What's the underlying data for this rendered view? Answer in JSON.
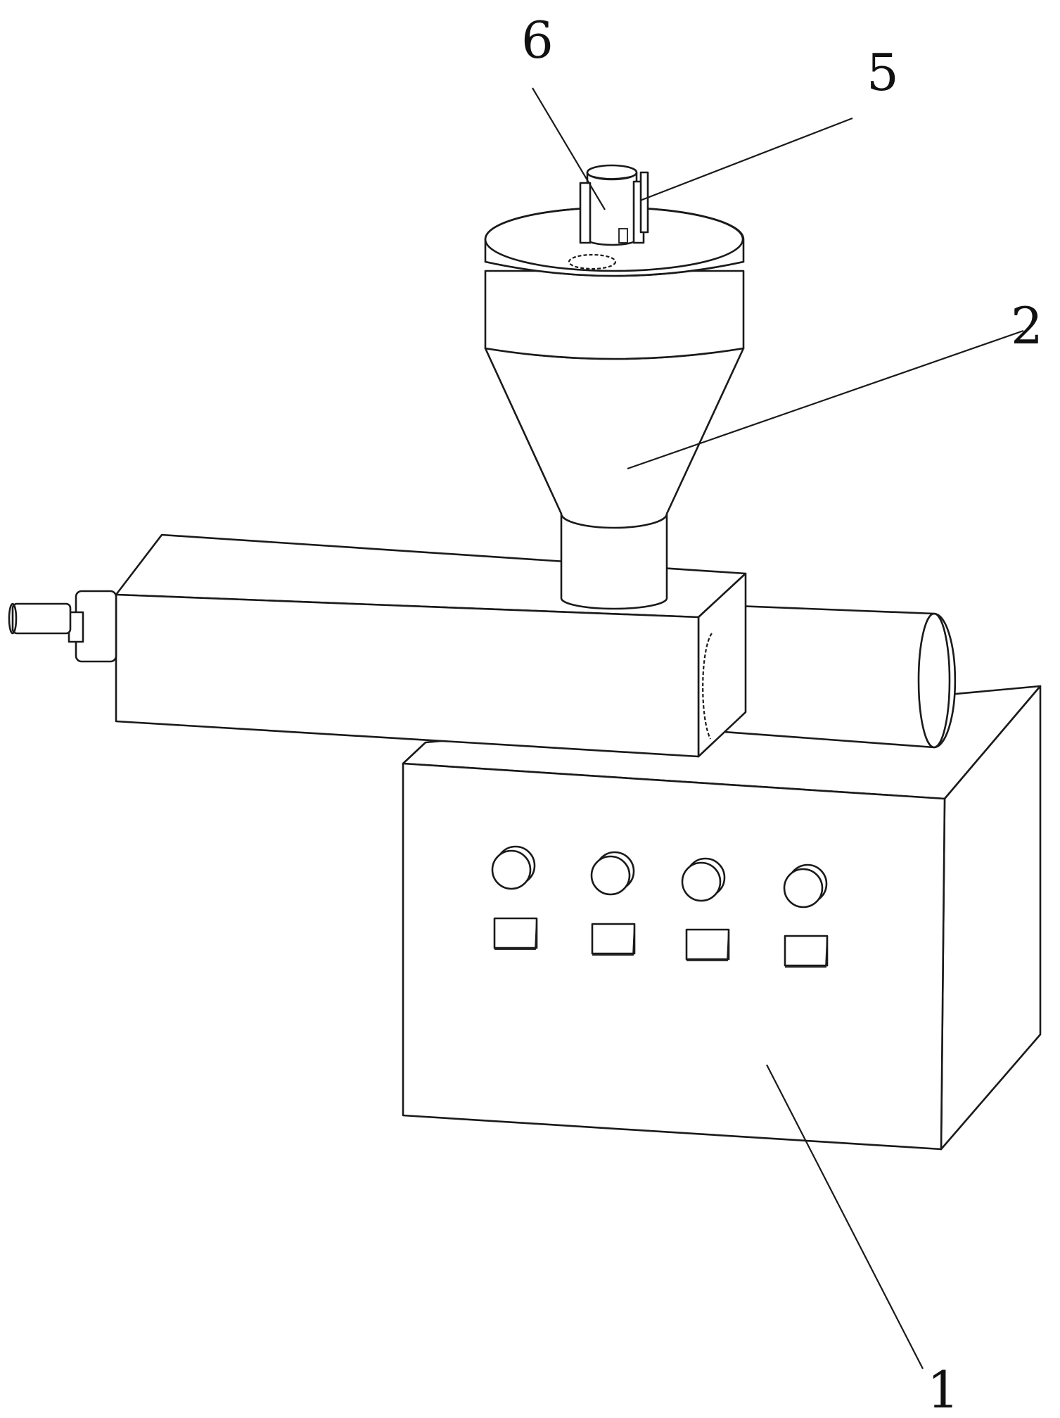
{
  "callouts": [
    {
      "id": "part-6",
      "label": "6"
    },
    {
      "id": "part-5",
      "label": "5"
    },
    {
      "id": "part-2",
      "label": "2"
    },
    {
      "id": "part-1",
      "label": "1"
    }
  ],
  "colors": {
    "line": "#1a1a1a",
    "background": "#ffffff"
  }
}
